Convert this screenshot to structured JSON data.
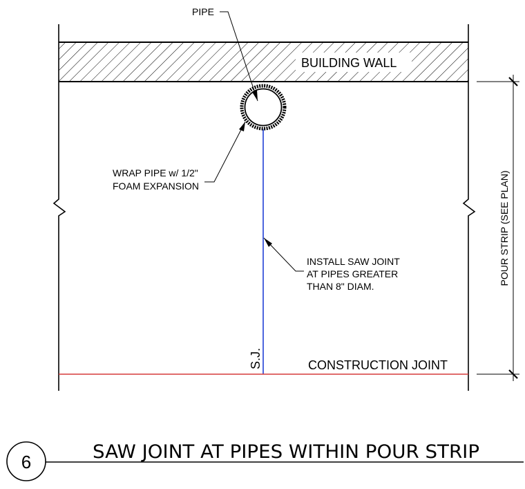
{
  "labels": {
    "pipe": "PIPE",
    "building_wall": "BUILDING WALL",
    "wrap_pipe_line1": "WRAP PIPE w/ 1/2\"",
    "wrap_pipe_line2": "FOAM EXPANSION",
    "saw_joint_line1": "INSTALL SAW JOINT",
    "saw_joint_line2": "AT PIPES GREATER",
    "saw_joint_line3": "THAN 8\" DIAM.",
    "sj": "S.J.",
    "construction_joint": "CONSTRUCTION JOINT",
    "pour_strip": "POUR STRIP (SEE PLAN)"
  },
  "detail": {
    "number": "6",
    "title": "SAW JOINT AT PIPES WITHIN POUR STRIP"
  },
  "colors": {
    "saw_joint_line": "#1f3fd6",
    "construction_joint_line": "#d63a3a",
    "linework": "#000000"
  }
}
